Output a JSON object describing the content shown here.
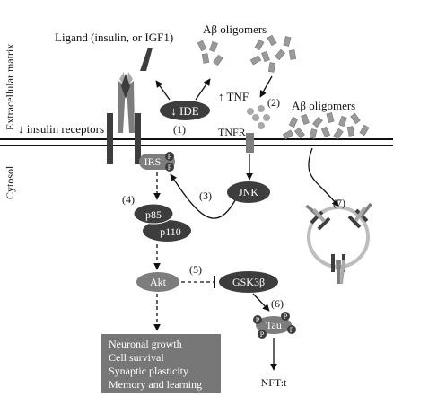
{
  "labels": {
    "extracellular": "Extracellular matrix",
    "cytosol": "Cytosol",
    "ligand": "Ligand (insulin, or IGF1)",
    "abeta_top": "Aβ oligomers",
    "abeta_right": "Aβ oligomers",
    "insulin_receptors": "↓ insulin receptors",
    "ide": "↓ IDE",
    "tnf": "↑ TNF",
    "tnfr": "TNFR",
    "irs": "IRS",
    "jnk": "JNK",
    "p85": "p85",
    "p110": "p110",
    "akt": "Akt",
    "gsk3b": "GSK3β",
    "tau": "Tau",
    "nft": "NFT:t",
    "phospho": "P"
  },
  "steps": {
    "s1": "(1)",
    "s2": "(2)",
    "s3": "(3)",
    "s4": "(4)",
    "s5": "(5)",
    "s6": "(6)",
    "s7": "(7)"
  },
  "outcomes": [
    "Neuronal growth",
    "Cell survival",
    "Synaptic plasticity",
    "Memory and learning"
  ],
  "colors": {
    "dark": "#3d3d3d",
    "mid": "#7d7d7d",
    "light": "#a9a9a9",
    "box": "#777777"
  }
}
